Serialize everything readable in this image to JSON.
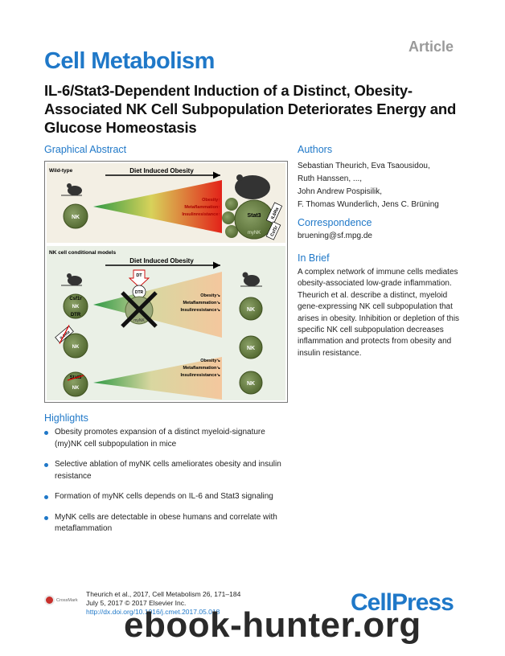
{
  "header": {
    "article_tag": "Article",
    "journal": "Cell Metabolism",
    "title": "IL-6/Stat3-Dependent Induction of a Distinct, Obesity-Associated NK Cell Subpopulation Deteriorates Energy and Glucose Homeostasis"
  },
  "graphical_abstract": {
    "heading": "Graphical Abstract",
    "panel1": {
      "label": "Wild-type",
      "arrow_label": "Diet Induced Obesity",
      "cell_nk": "NK",
      "markers_up": [
        "Obesity↑",
        "Metaflammation↑",
        "Insulinresistance↑"
      ],
      "stat3": "Stat3",
      "mynk": "myNK",
      "il6ra": "IL6Rα",
      "csf1r": "Csf1r"
    },
    "panel2": {
      "label": "NK cell conditional models",
      "arrow_label": "Diet Induced Obesity",
      "dt": "DT",
      "dtr": "DTR",
      "csf1r": "Csf1r",
      "cell_nk": "NK",
      "dtr_label": "DTR",
      "mynk": "myNK",
      "il6ra": "IL6Rα",
      "stat3": "Stat3",
      "markers_down": [
        "Obesity↘",
        "Metaflammation↘",
        "Insulinresistance↘"
      ]
    }
  },
  "authors": {
    "heading": "Authors",
    "lines": [
      "Sebastian Theurich, Eva Tsaousidou,",
      "Ruth Hanssen, ...,",
      "John Andrew Pospisilik,",
      "F. Thomas Wunderlich, Jens C. Brüning"
    ]
  },
  "correspondence": {
    "heading": "Correspondence",
    "email": "bruening@sf.mpg.de"
  },
  "in_brief": {
    "heading": "In Brief",
    "text": "A complex network of immune cells mediates obesity-associated low-grade inflammation. Theurich et al. describe a distinct, myeloid gene-expressing NK cell subpopulation that arises in obesity. Inhibition or depletion of this specific NK cell subpopulation decreases inflammation and protects from obesity and insulin resistance."
  },
  "highlights": {
    "heading": "Highlights",
    "items": [
      "Obesity promotes expansion of a distinct myeloid-signature (my)NK cell subpopulation in mice",
      "Selective ablation of myNK cells ameliorates obesity and insulin resistance",
      "Formation of myNK cells depends on IL-6 and Stat3 signaling",
      "MyNK cells are detectable in obese humans and correlate with metaflammation"
    ]
  },
  "footer": {
    "crossmark": "CrossMark",
    "citation_line1": "Theurich et al., 2017, Cell Metabolism 26, 171–184",
    "citation_line2": "July 5, 2017 © 2017 Elsevier Inc.",
    "doi": "http://dx.doi.org/10.1016/j.cmet.2017.05.018",
    "publisher": "CellPress",
    "watermark": "ebook-hunter.org"
  },
  "colors": {
    "accent": "#1f78c8",
    "obesity_red": "#e32219",
    "nk_green": "#6f8a48"
  }
}
